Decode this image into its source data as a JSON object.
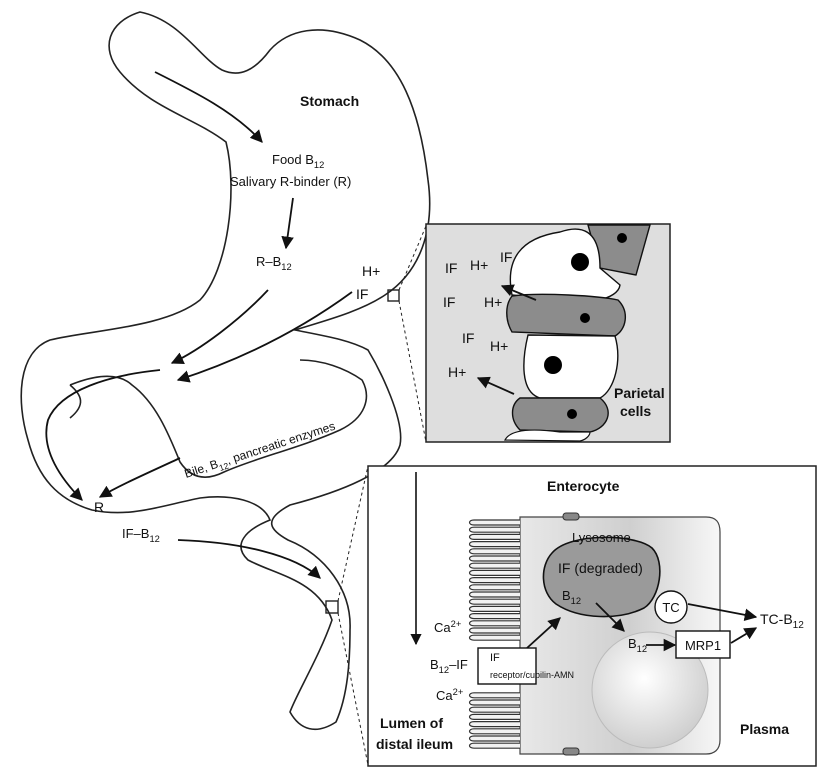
{
  "stomach_region": {
    "title": "Stomach",
    "food_b12": "Food B",
    "salivary_r_binder": "Salivary R-binder (R)",
    "r_b12": "R–B",
    "h_plus": "H+",
    "if": "IF",
    "subscript_12": "12"
  },
  "duodenum_region": {
    "bile_b12_enzymes_pre": "Bile, B",
    "bile_b12_enzymes_post": ", pancreatic enzymes",
    "r": "R",
    "if_b12": "IF–B",
    "subscript_12": "12"
  },
  "parietal_inset": {
    "labels": [
      "IF",
      "H+",
      "IF",
      "IF",
      "H+",
      "IF",
      "H+",
      "H+"
    ],
    "caption_line1": "Parietal",
    "caption_line2": "cells"
  },
  "enterocyte_inset": {
    "title": "Enterocyte",
    "lysosome": "Lysosome",
    "if_degraded": "IF (degraded)",
    "b12": "B",
    "subscript_12": "12",
    "tc": "TC",
    "tc_b12": "TC-B",
    "mrp1": "MRP1",
    "ca2": "Ca",
    "ca2_sup": "2+",
    "b12_if": "B",
    "b12_if_post": "–IF",
    "if_receptor_line1": "IF",
    "if_receptor_line2": "receptor/cubilin-AMN",
    "lumen_line1": "Lumen of",
    "lumen_line2": "distal ileum",
    "plasma": "Plasma"
  },
  "colors": {
    "stroke": "#222222",
    "inset_bg": "#dedede",
    "cell_dark": "#8c8c8c",
    "nucleus": "#000000",
    "enterocyte_grad_start": "#f2f2f2",
    "enterocyte_grad_end": "#c8c8c8",
    "lysosome_fill": "#9a9a9a"
  }
}
